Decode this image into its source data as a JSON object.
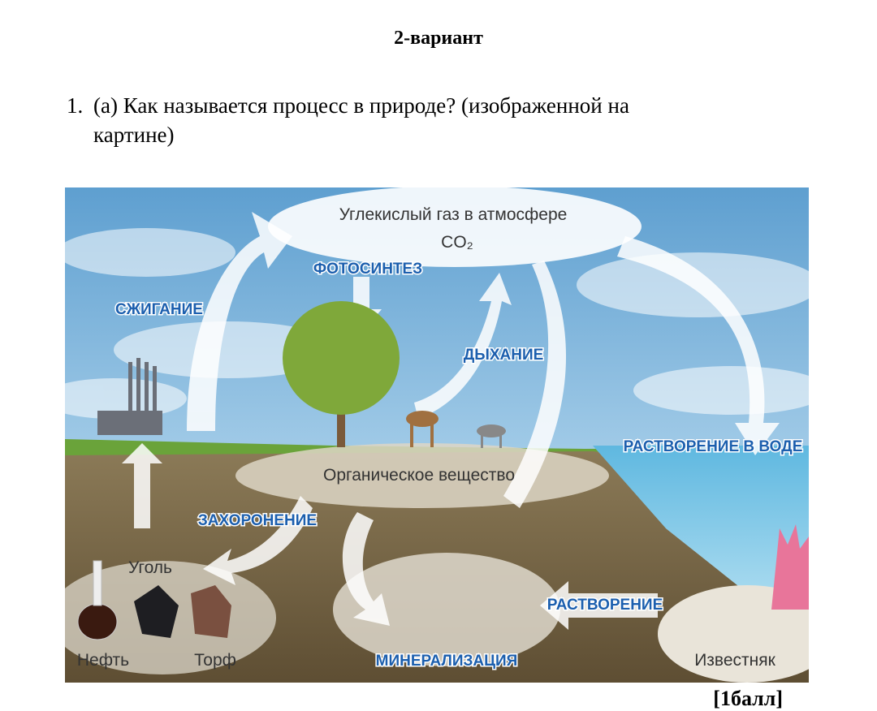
{
  "title": "2-вариант",
  "question": {
    "number": "1.",
    "line1": "(а) Как называется процесс в природе? (изображенной на",
    "line2": "картине)"
  },
  "diagram": {
    "atmosphere": "Углекислый газ в атмосфере",
    "co2": "CO₂",
    "photosynthesis": "ФОТОСИНТЕЗ",
    "combustion": "СЖИГАНИЕ",
    "respiration": "ДЫХАНИЕ",
    "dissolution_water": "РАСТВОРЕНИЕ В ВОДЕ",
    "organic": "Органическое вещество",
    "burial": "ЗАХОРОНЕНИЕ",
    "coal": "Уголь",
    "dissolution": "РАСТВОРЕНИЕ",
    "oil": "Нефть",
    "peat": "Торф",
    "mineralization": "МИНЕРАЛИЗАЦИЯ",
    "limestone": "Известняк"
  },
  "score": "[1балл]"
}
